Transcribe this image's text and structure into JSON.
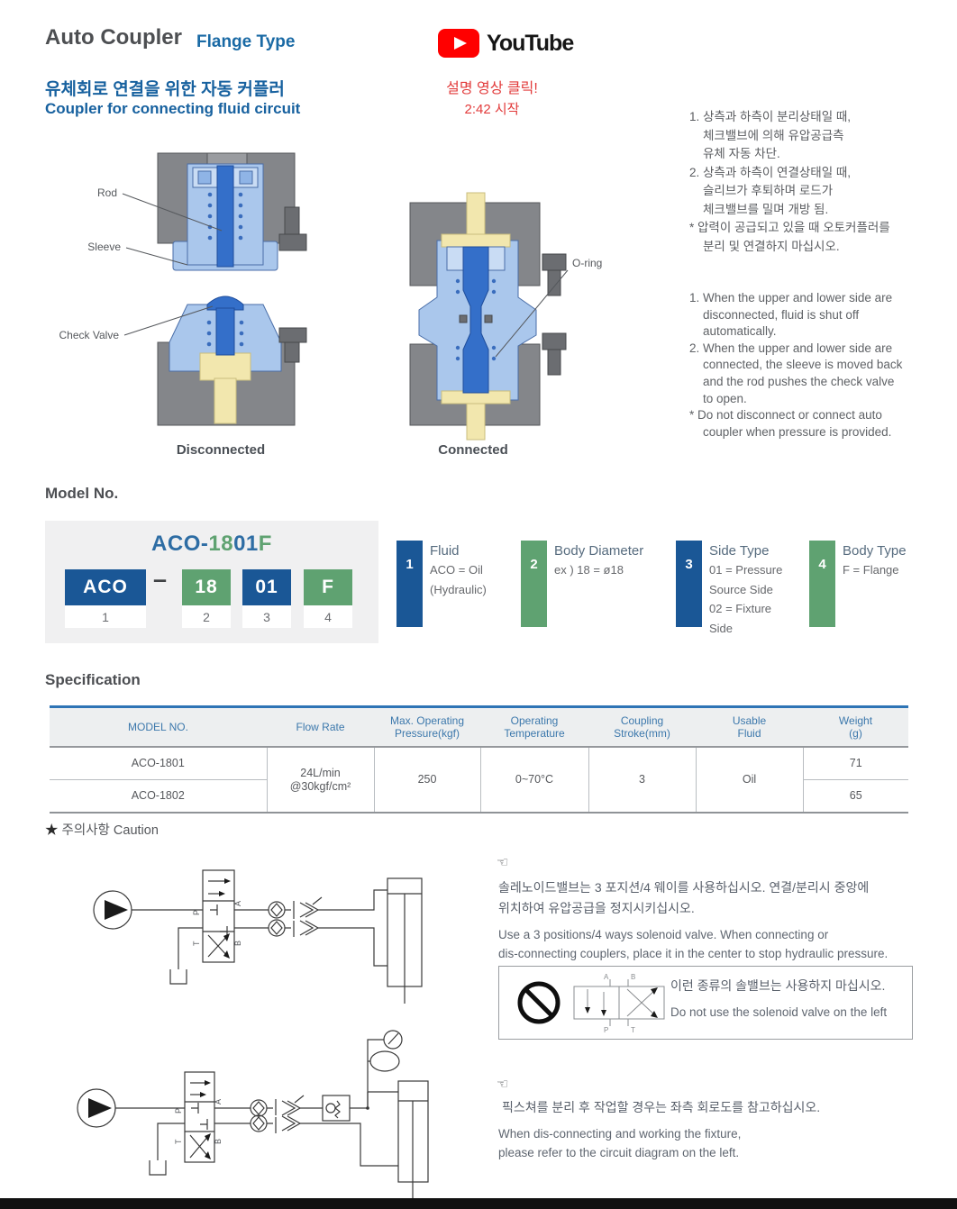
{
  "header": {
    "title": "Auto Coupler",
    "type_label": "Flange Type",
    "subtitle_kr": "유체회로 연결을 위한 자동 커플러",
    "subtitle_en": "Coupler for connecting fluid circuit"
  },
  "youtube": {
    "brand": "YouTube",
    "line1": "설명 영상 클릭!",
    "line2": "2:42 시작"
  },
  "illustration": {
    "labels": {
      "rod": "Rod",
      "sleeve": "Sleeve",
      "check_valve": "Check Valve",
      "o_ring": "O-ring"
    },
    "caption_left": "Disconnected",
    "caption_right": "Connected"
  },
  "notes_kr": [
    "1. 상측과 하측이 분리상태일 때,",
    "체크밸브에 의해 유압공급측",
    "유체 자동 차단.",
    "2. 상측과 하측이 연결상태일 때,",
    "슬리브가 후퇴하며 로드가",
    "체크밸브를 밀며 개방 됨.",
    "* 압력이 공급되고 있을 때 오토커플러를",
    "분리 및 연결하지 마십시오."
  ],
  "notes_en": [
    "1. When the upper and lower side are",
    "disconnected, fluid is shut off",
    "automatically.",
    "2. When the upper and lower side are",
    "connected, the sleeve is moved back",
    "and the rod pushes the check valve",
    "to open.",
    "* Do not disconnect or connect auto",
    "coupler when pressure is provided."
  ],
  "model": {
    "heading": "Model No.",
    "code": [
      {
        "t": "ACO-"
      },
      {
        "t": "18"
      },
      {
        "t": "01"
      },
      {
        "t": "F"
      }
    ],
    "dash": "–",
    "boxes": [
      {
        "label": "ACO",
        "num": "1"
      },
      {
        "label": "18",
        "num": "2"
      },
      {
        "label": "01",
        "num": "3"
      },
      {
        "label": "F",
        "num": "4"
      }
    ],
    "legend": [
      {
        "num": "1",
        "title": "Fluid",
        "l1": "ACO = Oil",
        "l2": "(Hydraulic)",
        "l3": "",
        "l4": ""
      },
      {
        "num": "2",
        "title": "Body Diameter",
        "l1": "ex ) 18 = ø18",
        "l2": "",
        "l3": "",
        "l4": ""
      },
      {
        "num": "3",
        "title": "Side Type",
        "l1": "01 = Pressure",
        "l2": "Source Side",
        "l3": "02 = Fixture",
        "l4": "Side"
      },
      {
        "num": "4",
        "title": "Body Type",
        "l1": "F = Flange",
        "l2": "",
        "l3": "",
        "l4": ""
      }
    ]
  },
  "spec": {
    "heading": "Specification",
    "headers": [
      [
        "MODEL NO.",
        ""
      ],
      [
        "Flow Rate",
        ""
      ],
      [
        "Max. Operating",
        "Pressure(kgf)"
      ],
      [
        "Operating",
        "Temperature"
      ],
      [
        "Coupling",
        "Stroke(mm)"
      ],
      [
        "Usable",
        "Fluid"
      ],
      [
        "Weight",
        "(g)"
      ]
    ],
    "models": [
      "ACO-1801",
      "ACO-1802"
    ],
    "flow_rate": [
      "24L/min",
      "@30kgf/cm²"
    ],
    "pressure": "250",
    "temperature": "0~70°C",
    "stroke": "3",
    "fluid": "Oil",
    "weights": [
      "71",
      "65"
    ]
  },
  "caution": {
    "star": "★",
    "heading": "주의사항 Caution",
    "hand": "☜",
    "b1_kr": [
      "솔레노이드밸브는 3 포지션/4 웨이를 사용하십시오. 연결/분리시 중앙에",
      "위치하여 유압공급을 정지시키십시오."
    ],
    "b1_en": [
      "Use a 3 positions/4 ways solenoid valve.  When connecting or",
      "dis-connecting couplers, place it in the center to stop hydraulic pressure."
    ],
    "box_kr": "이런 종류의 솔밸브는 사용하지 마십시오.",
    "box_en": "Do not use the solenoid valve on the left",
    "b2_kr": "픽스쳐를 분리 후 작업할 경우는 좌측 회로도를 참고하십시오.",
    "b2_en": [
      "When dis-connecting and working the fixture,",
      "please refer to the circuit diagram on the left."
    ]
  },
  "ports": {
    "p": "P",
    "t": "T",
    "a": "A",
    "b": "B"
  },
  "colors": {
    "brand_blue": "#1a5796",
    "brand_green": "#5fa271",
    "accent_blue": "#1a6aa5",
    "red": "#e23b3b",
    "youtube_red": "#ff0000",
    "table_top_border": "#2e74b5",
    "table_header_text": "#3c78ac",
    "cutaway_gray": "#84868a",
    "cutaway_light_blue": "#aac7ec",
    "cutaway_dark_blue": "#346fc9",
    "cutaway_yellow": "#f2e7ae"
  }
}
